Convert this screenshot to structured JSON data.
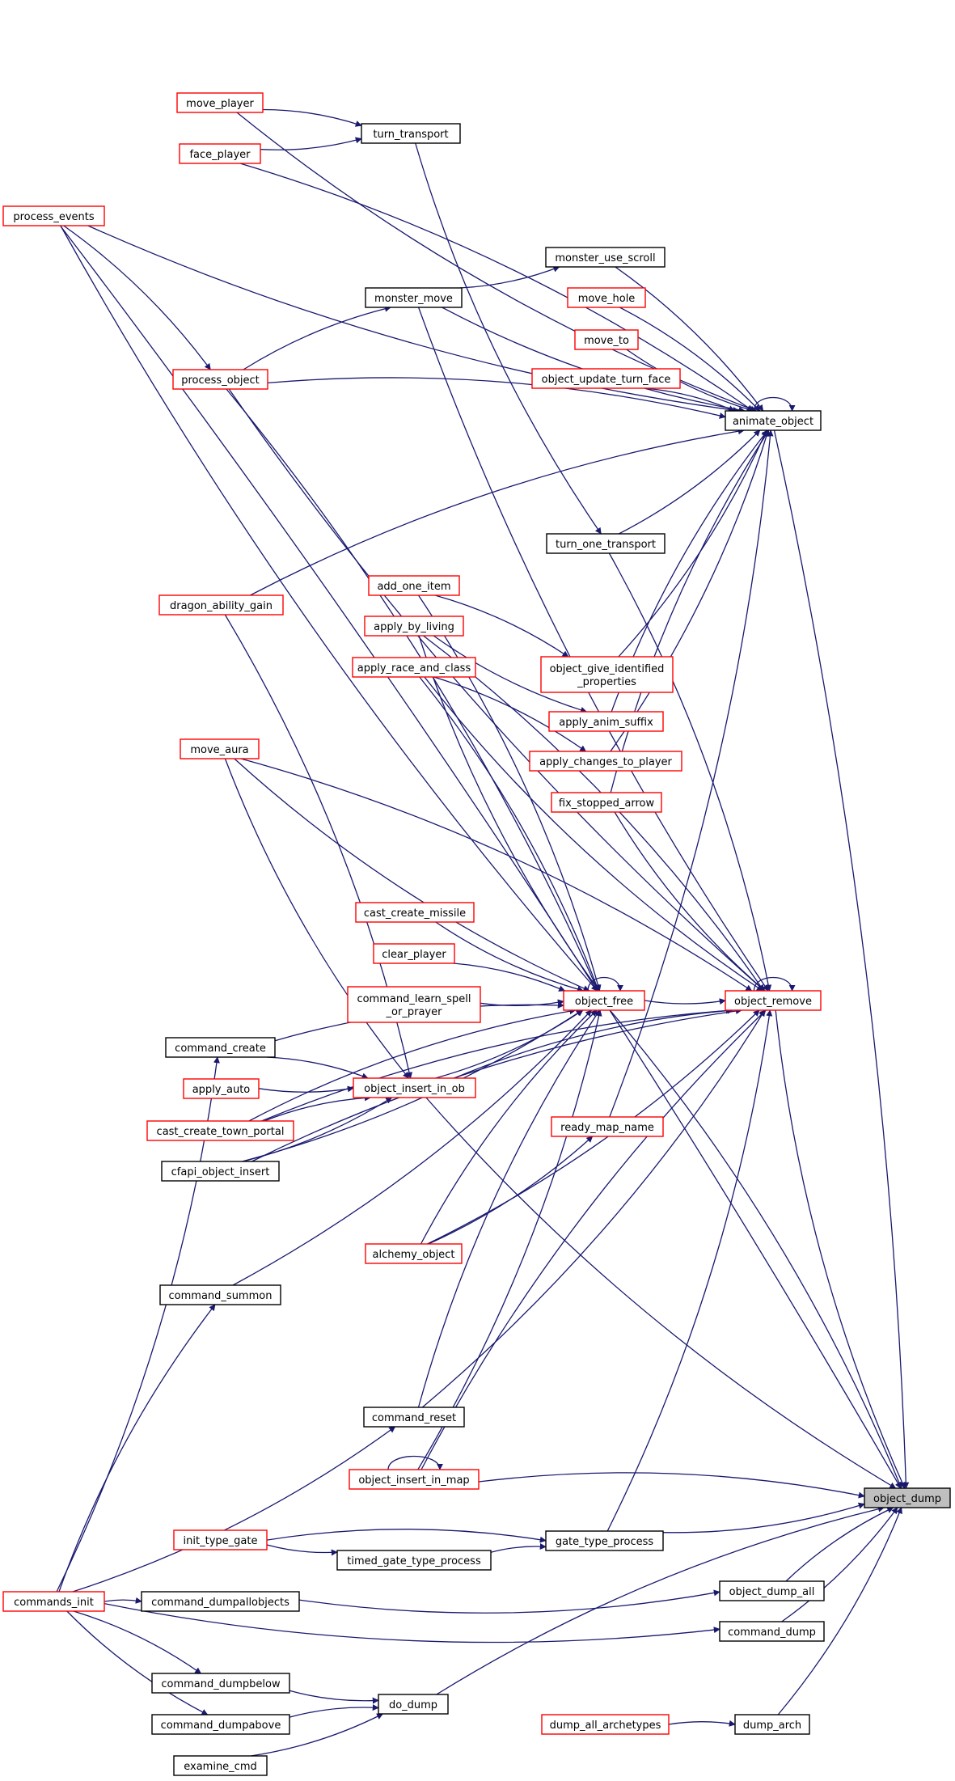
{
  "colors": {
    "edge": "#191970",
    "red_border": "#ff0000",
    "black_border": "#000000",
    "focus_fill": "#bfbfbf"
  },
  "nodes": [
    {
      "id": "object_dump",
      "label": "object_dump",
      "style": "focus"
    },
    {
      "id": "animate_object",
      "label": "animate_object",
      "style": "black"
    },
    {
      "id": "object_remove",
      "label": "object_remove",
      "style": "red"
    },
    {
      "id": "object_free",
      "label": "object_free",
      "style": "red"
    },
    {
      "id": "object_insert_in_ob",
      "label": "object_insert_in_ob",
      "style": "red"
    },
    {
      "id": "object_insert_in_map",
      "label": "object_insert_in_map",
      "style": "red"
    },
    {
      "id": "move_player",
      "label": "move_player",
      "style": "red"
    },
    {
      "id": "face_player",
      "label": "face_player",
      "style": "red"
    },
    {
      "id": "turn_transport",
      "label": "turn_transport",
      "style": "black"
    },
    {
      "id": "process_events",
      "label": "process_events",
      "style": "red"
    },
    {
      "id": "monster_use_scroll",
      "label": "monster_use_scroll",
      "style": "black"
    },
    {
      "id": "monster_move",
      "label": "monster_move",
      "style": "black"
    },
    {
      "id": "move_hole",
      "label": "move_hole",
      "style": "red"
    },
    {
      "id": "move_to",
      "label": "move_to",
      "style": "red"
    },
    {
      "id": "object_update_turn_face",
      "label": "object_update_turn_face",
      "style": "red"
    },
    {
      "id": "process_object",
      "label": "process_object",
      "style": "red"
    },
    {
      "id": "turn_one_transport",
      "label": "turn_one_transport",
      "style": "black"
    },
    {
      "id": "add_one_item",
      "label": "add_one_item",
      "style": "red"
    },
    {
      "id": "dragon_ability_gain",
      "label": "dragon_ability_gain",
      "style": "red"
    },
    {
      "id": "apply_by_living",
      "label": "apply_by_living",
      "style": "red"
    },
    {
      "id": "object_give_identified_properties",
      "label": "object_give_identified",
      "label2": "_properties",
      "style": "red"
    },
    {
      "id": "apply_race_and_class",
      "label": "apply_race_and_class",
      "style": "red"
    },
    {
      "id": "apply_anim_suffix",
      "label": "apply_anim_suffix",
      "style": "red"
    },
    {
      "id": "move_aura",
      "label": "move_aura",
      "style": "red"
    },
    {
      "id": "apply_changes_to_player",
      "label": "apply_changes_to_player",
      "style": "red"
    },
    {
      "id": "fix_stopped_arrow",
      "label": "fix_stopped_arrow",
      "style": "red"
    },
    {
      "id": "cast_create_missile",
      "label": "cast_create_missile",
      "style": "red"
    },
    {
      "id": "clear_player",
      "label": "clear_player",
      "style": "red"
    },
    {
      "id": "command_learn_spell_or_prayer",
      "label": "command_learn_spell",
      "label2": "_or_prayer",
      "style": "red"
    },
    {
      "id": "command_create",
      "label": "command_create",
      "style": "black"
    },
    {
      "id": "apply_auto",
      "label": "apply_auto",
      "style": "red"
    },
    {
      "id": "cast_create_town_portal",
      "label": "cast_create_town_portal",
      "style": "red"
    },
    {
      "id": "ready_map_name",
      "label": "ready_map_name",
      "style": "red"
    },
    {
      "id": "cfapi_object_insert",
      "label": "cfapi_object_insert",
      "style": "black"
    },
    {
      "id": "alchemy_object",
      "label": "alchemy_object",
      "style": "red"
    },
    {
      "id": "command_summon",
      "label": "command_summon",
      "style": "black"
    },
    {
      "id": "command_reset",
      "label": "command_reset",
      "style": "black"
    },
    {
      "id": "init_type_gate",
      "label": "init_type_gate",
      "style": "red"
    },
    {
      "id": "gate_type_process",
      "label": "gate_type_process",
      "style": "black"
    },
    {
      "id": "timed_gate_type_process",
      "label": "timed_gate_type_process",
      "style": "black"
    },
    {
      "id": "commands_init",
      "label": "commands_init",
      "style": "red"
    },
    {
      "id": "command_dumpallobjects",
      "label": "command_dumpallobjects",
      "style": "black"
    },
    {
      "id": "object_dump_all",
      "label": "object_dump_all",
      "style": "black"
    },
    {
      "id": "command_dump",
      "label": "command_dump",
      "style": "black"
    },
    {
      "id": "command_dumpbelow",
      "label": "command_dumpbelow",
      "style": "black"
    },
    {
      "id": "do_dump",
      "label": "do_dump",
      "style": "black"
    },
    {
      "id": "command_dumpabove",
      "label": "command_dumpabove",
      "style": "black"
    },
    {
      "id": "dump_all_archetypes",
      "label": "dump_all_archetypes",
      "style": "red"
    },
    {
      "id": "dump_arch",
      "label": "dump_arch",
      "style": "black"
    },
    {
      "id": "examine_cmd",
      "label": "examine_cmd",
      "style": "black"
    }
  ],
  "edges": [
    [
      "move_player",
      "turn_transport"
    ],
    [
      "face_player",
      "turn_transport"
    ],
    [
      "process_events",
      "process_object"
    ],
    [
      "monster_move",
      "monster_use_scroll"
    ],
    [
      "process_object",
      "monster_move"
    ],
    [
      "turn_transport",
      "turn_one_transport"
    ],
    [
      "add_one_item",
      "object_give_identified_properties"
    ],
    [
      "apply_by_living",
      "apply_anim_suffix"
    ],
    [
      "apply_race_and_class",
      "apply_changes_to_player"
    ],
    [
      "commands_init",
      "command_create"
    ],
    [
      "commands_init",
      "command_summon"
    ],
    [
      "commands_init",
      "command_reset"
    ],
    [
      "commands_init",
      "command_dumpallobjects"
    ],
    [
      "commands_init",
      "command_dump"
    ],
    [
      "commands_init",
      "command_dumpbelow"
    ],
    [
      "commands_init",
      "command_dumpabove"
    ],
    [
      "init_type_gate",
      "gate_type_process"
    ],
    [
      "init_type_gate",
      "timed_gate_type_process"
    ],
    [
      "timed_gate_type_process",
      "gate_type_process"
    ],
    [
      "command_dumpbelow",
      "do_dump"
    ],
    [
      "command_dumpabove",
      "do_dump"
    ],
    [
      "examine_cmd",
      "do_dump"
    ],
    [
      "dump_all_archetypes",
      "dump_arch"
    ],
    [
      "alchemy_object",
      "ready_map_name"
    ],
    [
      "command_create",
      "object_insert_in_ob"
    ],
    [
      "apply_auto",
      "object_insert_in_ob"
    ],
    [
      "cast_create_town_portal",
      "object_insert_in_ob"
    ],
    [
      "cfapi_object_insert",
      "object_insert_in_ob"
    ],
    [
      "process_object",
      "animate_object"
    ],
    [
      "move_player",
      "animate_object"
    ],
    [
      "face_player",
      "animate_object"
    ],
    [
      "process_events",
      "animate_object"
    ],
    [
      "monster_use_scroll",
      "animate_object"
    ],
    [
      "monster_move",
      "animate_object"
    ],
    [
      "move_hole",
      "animate_object"
    ],
    [
      "move_to",
      "animate_object"
    ],
    [
      "object_update_turn_face",
      "animate_object"
    ],
    [
      "turn_one_transport",
      "animate_object"
    ],
    [
      "dragon_ability_gain",
      "animate_object"
    ],
    [
      "object_give_identified_properties",
      "animate_object"
    ],
    [
      "apply_anim_suffix",
      "animate_object"
    ],
    [
      "apply_changes_to_player",
      "animate_object"
    ],
    [
      "fix_stopped_arrow",
      "animate_object"
    ],
    [
      "ready_map_name",
      "animate_object"
    ],
    [
      "animate_object",
      "animate_object"
    ],
    [
      "cast_create_missile",
      "object_free"
    ],
    [
      "clear_player",
      "object_free"
    ],
    [
      "command_learn_spell_or_prayer",
      "object_free"
    ],
    [
      "command_create",
      "object_free"
    ],
    [
      "object_insert_in_ob",
      "object_free"
    ],
    [
      "cast_create_town_portal",
      "object_free"
    ],
    [
      "cfapi_object_insert",
      "object_free"
    ],
    [
      "alchemy_object",
      "object_free"
    ],
    [
      "command_summon",
      "object_free"
    ],
    [
      "command_reset",
      "object_free"
    ],
    [
      "object_insert_in_map",
      "object_free"
    ],
    [
      "add_one_item",
      "object_free"
    ],
    [
      "apply_by_living",
      "object_free"
    ],
    [
      "apply_race_and_class",
      "object_free"
    ],
    [
      "move_aura",
      "object_free"
    ],
    [
      "process_object",
      "object_free"
    ],
    [
      "process_events",
      "object_free"
    ],
    [
      "object_free",
      "object_free"
    ],
    [
      "object_free",
      "object_remove"
    ],
    [
      "object_remove",
      "object_remove"
    ],
    [
      "monster_move",
      "object_remove"
    ],
    [
      "turn_one_transport",
      "object_remove"
    ],
    [
      "fix_stopped_arrow",
      "object_remove"
    ],
    [
      "move_aura",
      "object_remove"
    ],
    [
      "apply_race_and_class",
      "object_remove"
    ],
    [
      "object_insert_in_ob",
      "object_remove"
    ],
    [
      "alchemy_object",
      "object_remove"
    ],
    [
      "cfapi_object_insert",
      "object_remove"
    ],
    [
      "command_reset",
      "object_remove"
    ],
    [
      "object_insert_in_map",
      "object_remove"
    ],
    [
      "gate_type_process",
      "object_remove"
    ],
    [
      "cast_create_town_portal",
      "object_remove"
    ],
    [
      "process_object",
      "object_remove"
    ],
    [
      "apply_by_living",
      "object_remove"
    ],
    [
      "object_insert_in_map",
      "object_insert_in_map"
    ],
    [
      "dragon_ability_gain",
      "object_insert_in_ob"
    ],
    [
      "move_aura",
      "object_insert_in_ob"
    ],
    [
      "animate_object",
      "object_dump"
    ],
    [
      "object_remove",
      "object_dump"
    ],
    [
      "object_free",
      "object_dump"
    ],
    [
      "object_insert_in_ob",
      "object_dump"
    ],
    [
      "object_insert_in_map",
      "object_dump"
    ],
    [
      "gate_type_process",
      "object_dump"
    ],
    [
      "object_dump_all",
      "object_dump"
    ],
    [
      "command_dump",
      "object_dump"
    ],
    [
      "do_dump",
      "object_dump"
    ],
    [
      "dump_arch",
      "object_dump"
    ],
    [
      "process_events",
      "object_dump"
    ],
    [
      "command_dumpallobjects",
      "object_dump_all"
    ]
  ]
}
